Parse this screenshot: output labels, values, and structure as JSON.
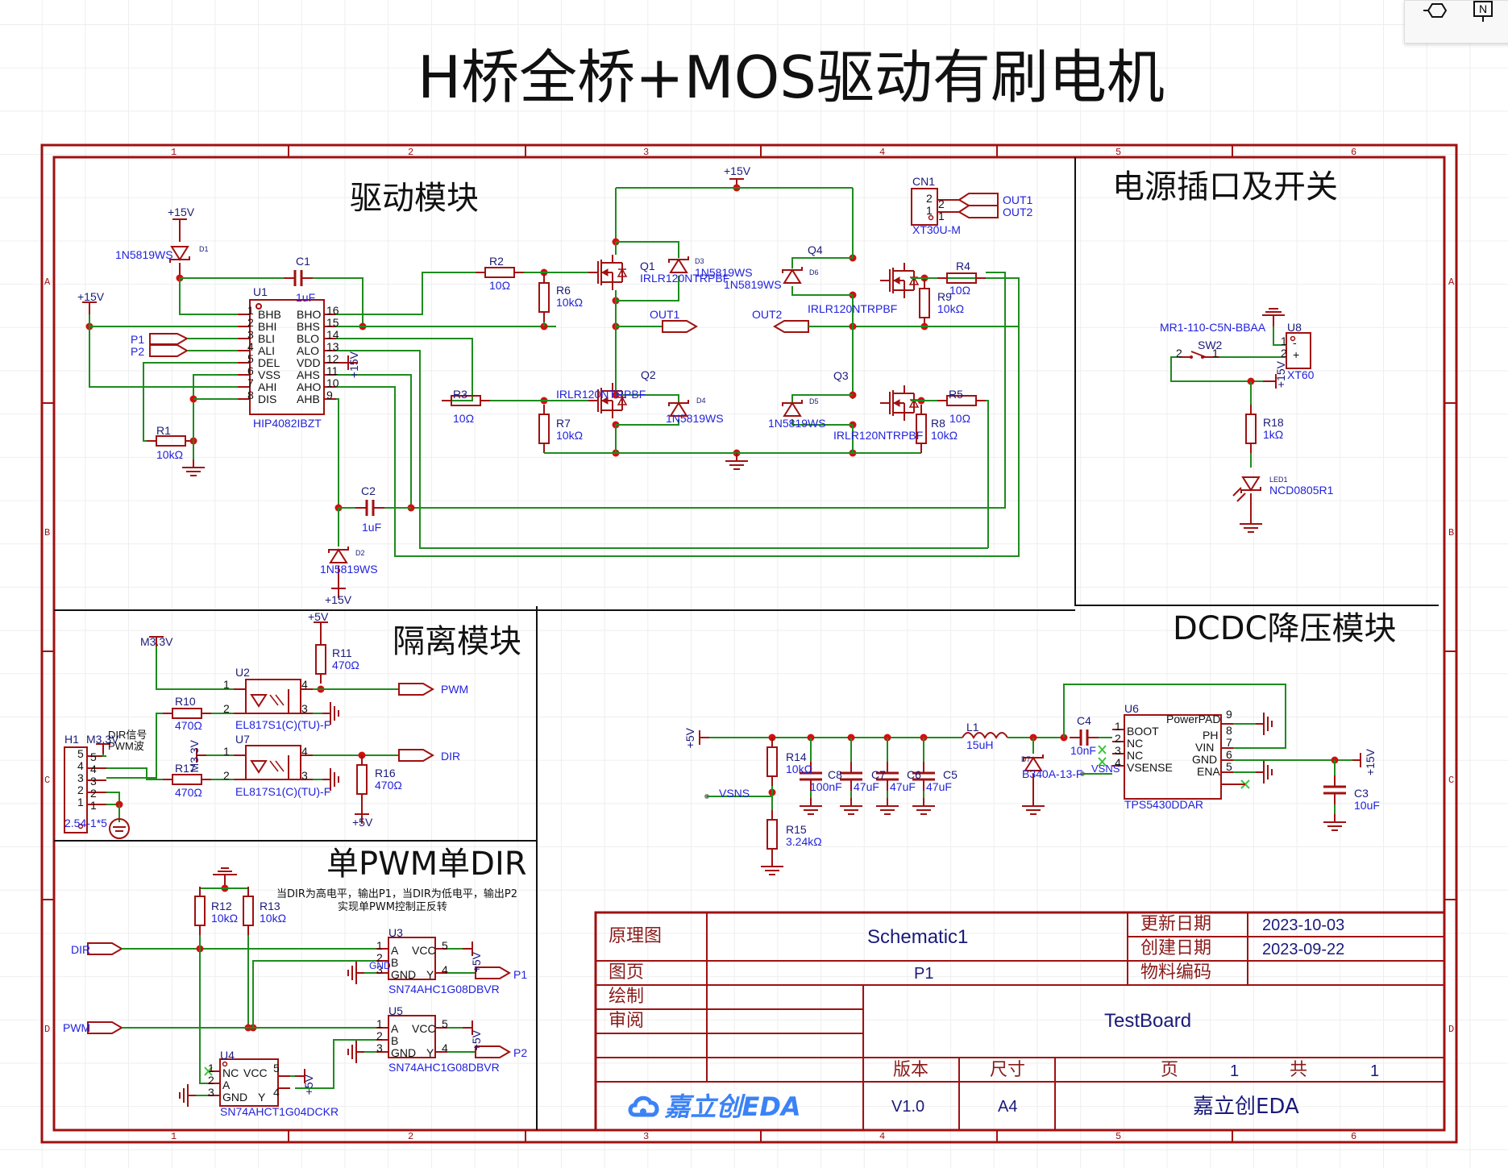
{
  "sheet_title": "H桥全桥+MOS驱动有刷电机",
  "toolbar": {
    "items": [
      {
        "name": "net-port-tool"
      },
      {
        "name": "net-label-tool",
        "label": "N"
      }
    ]
  },
  "frame": {
    "columns": [
      "1",
      "2",
      "3",
      "4",
      "5",
      "6"
    ],
    "rows": [
      "A",
      "B",
      "C",
      "D"
    ]
  },
  "sections": {
    "drive": "驱动模块",
    "power": "电源插口及开关",
    "isolation": "隔离模块",
    "dcdc": "DCDC降压模块",
    "logic": "单PWM单DIR"
  },
  "logic_note": [
    "当DIR为高电平，输出P1，当DIR为低电平，输出P2",
    "实现单PWM控制正反转"
  ],
  "drive": {
    "u1": {
      "designator": "U1",
      "part": "HIP4082IBZT",
      "left_pins": [
        {
          "n": "1",
          "name": "BHB"
        },
        {
          "n": "2",
          "name": "BHI"
        },
        {
          "n": "3",
          "name": "BLI"
        },
        {
          "n": "4",
          "name": "ALI"
        },
        {
          "n": "5",
          "name": "DEL"
        },
        {
          "n": "6",
          "name": "VSS"
        },
        {
          "n": "7",
          "name": "AHI"
        },
        {
          "n": "8",
          "name": "DIS"
        }
      ],
      "right_pins": [
        {
          "n": "16",
          "name": "BHO"
        },
        {
          "n": "15",
          "name": "BHS"
        },
        {
          "n": "14",
          "name": "BLO"
        },
        {
          "n": "13",
          "name": "ALO"
        },
        {
          "n": "12",
          "name": "VDD"
        },
        {
          "n": "11",
          "name": "AHS"
        },
        {
          "n": "10",
          "name": "AHO"
        },
        {
          "n": "9",
          "name": "AHB"
        }
      ]
    },
    "d1": {
      "designator": "D1",
      "part": "1N5819WS"
    },
    "d2": {
      "designator": "D2",
      "part": "1N5819WS"
    },
    "d3": {
      "designator": "D3",
      "part": "1N5819WS"
    },
    "d4": {
      "designator": "D4",
      "part": "1N5819WS"
    },
    "d5": {
      "designator": "D5",
      "part": "1N5819WS"
    },
    "d6": {
      "designator": "D6",
      "part": "1N5819WS"
    },
    "c1": {
      "designator": "C1",
      "value": "1uF"
    },
    "c2": {
      "designator": "C2",
      "value": "1uF"
    },
    "r1": {
      "designator": "R1",
      "value": "10kΩ"
    },
    "r2": {
      "designator": "R2",
      "value": "10Ω"
    },
    "r3": {
      "designator": "R3",
      "value": "10Ω"
    },
    "r4": {
      "designator": "R4",
      "value": "10Ω"
    },
    "r5": {
      "designator": "R5",
      "value": "10Ω"
    },
    "r6": {
      "designator": "R6",
      "value": "10kΩ"
    },
    "r7": {
      "designator": "R7",
      "value": "10kΩ"
    },
    "r8": {
      "designator": "R8",
      "value": "10kΩ"
    },
    "r9": {
      "designator": "R9",
      "value": "10kΩ"
    },
    "q1": {
      "designator": "Q1",
      "part": "IRLR120NTRPBF"
    },
    "q2": {
      "designator": "Q2",
      "part": "IRLR120NTRPBF"
    },
    "q3": {
      "designator": "Q3",
      "part": "IRLR120NTRPBF"
    },
    "q4": {
      "designator": "Q4",
      "part": "IRLR120NTRPBF"
    },
    "cn1": {
      "designator": "CN1",
      "part": "XT30U-M",
      "pins": [
        "2",
        "1"
      ]
    },
    "nets": {
      "vcc15": "+15V",
      "p1": "P1",
      "p2": "P2",
      "out1": "OUT1",
      "out2": "OUT2"
    }
  },
  "power": {
    "u8": {
      "designator": "U8",
      "part": "XT60",
      "pins": [
        "1",
        "2"
      ],
      "pin_names": [
        "-",
        "+"
      ]
    },
    "sw2": {
      "designator": "SW2",
      "part": "MR1-110-C5N-BBAA",
      "pins": [
        "2",
        "1"
      ]
    },
    "r18": {
      "designator": "R18",
      "value": "1kΩ"
    },
    "led1": {
      "designator": "LED1",
      "part": "NCD0805R1"
    },
    "net": "+15V"
  },
  "isolation": {
    "u2": {
      "designator": "U2",
      "part": "EL817S1(C)(TU)-F",
      "pins": [
        "1",
        "2",
        "4",
        "3"
      ]
    },
    "u7": {
      "designator": "U7",
      "part": "EL817S1(C)(TU)-F",
      "pins": [
        "1",
        "2",
        "4",
        "3"
      ]
    },
    "r10": {
      "designator": "R10",
      "value": "470Ω"
    },
    "r11": {
      "designator": "R11",
      "value": "470Ω"
    },
    "r16": {
      "designator": "R16",
      "value": "470Ω"
    },
    "r17": {
      "designator": "R17",
      "value": "470Ω"
    },
    "h1": {
      "designator": "H1",
      "part": "2.54-1*5",
      "pins": [
        "5",
        "4",
        "3",
        "2",
        "1"
      ],
      "labels": [
        "DIR信号",
        "PWM波"
      ]
    },
    "nets": {
      "m33": "M3.3V",
      "v5": "+5V",
      "pwm": "PWM",
      "dir": "DIR"
    }
  },
  "logic": {
    "r12": {
      "designator": "R12",
      "value": "10kΩ"
    },
    "r13": {
      "designator": "R13",
      "value": "10kΩ"
    },
    "u3": {
      "designator": "U3",
      "part": "SN74AHC1G08DBVR",
      "left": [
        {
          "n": "1",
          "name": "A"
        },
        {
          "n": "2",
          "name": "B"
        },
        {
          "n": "3",
          "name": "GND"
        }
      ],
      "right": [
        {
          "n": "5",
          "name": "VCC"
        },
        {
          "n": "4",
          "name": "Y"
        }
      ],
      "gnd_label": "GND"
    },
    "u5": {
      "designator": "U5",
      "part": "SN74AHC1G08DBVR",
      "left": [
        {
          "n": "1",
          "name": "A"
        },
        {
          "n": "2",
          "name": "B"
        },
        {
          "n": "3",
          "name": "GND"
        }
      ],
      "right": [
        {
          "n": "5",
          "name": "VCC"
        },
        {
          "n": "4",
          "name": "Y"
        }
      ]
    },
    "u4": {
      "designator": "U4",
      "part": "SN74AHCT1G04DCKR",
      "left": [
        {
          "n": "1",
          "name": "NC"
        },
        {
          "n": "2",
          "name": "A"
        },
        {
          "n": "3",
          "name": "GND"
        }
      ],
      "right": [
        {
          "n": "5",
          "name": "VCC"
        },
        {
          "n": "4",
          "name": "Y"
        }
      ]
    },
    "nets": {
      "dir": "DIR",
      "pwm": "PWM",
      "p1": "P1",
      "p2": "P2",
      "v5": "+5V"
    }
  },
  "dcdc": {
    "u6": {
      "designator": "U6",
      "part": "TPS5430DDAR",
      "left": [
        {
          "n": "1",
          "name": "BOOT"
        },
        {
          "n": "2",
          "name": "NC"
        },
        {
          "n": "3",
          "name": "NC"
        },
        {
          "n": "4",
          "name": "VSENSE"
        }
      ],
      "right": [
        {
          "n": "9",
          "name": "PowerPAD"
        },
        {
          "n": "8",
          "name": "PH"
        },
        {
          "n": "7",
          "name": "VIN"
        },
        {
          "n": "6",
          "name": "GND"
        },
        {
          "n": "5",
          "name": "ENA"
        }
      ]
    },
    "l1": {
      "designator": "L1",
      "value": "15uH"
    },
    "d7": {
      "designator": "D7",
      "part": "B340A-13-F"
    },
    "c3": {
      "designator": "C3",
      "value": "10uF"
    },
    "c4": {
      "designator": "C4",
      "value": "10nF"
    },
    "c5": {
      "designator": "C5",
      "value": "47uF"
    },
    "c6": {
      "designator": "C6",
      "value": "47uF"
    },
    "c7": {
      "designator": "C7",
      "value": "47uF"
    },
    "c8": {
      "designator": "C8",
      "value": "100nF"
    },
    "r14": {
      "designator": "R14",
      "value": "10kΩ"
    },
    "r15": {
      "designator": "R15",
      "value": "3.24kΩ"
    },
    "nets": {
      "v5": "+5V",
      "v15": "+15V",
      "vsns": "VSNS"
    }
  },
  "title_block": {
    "schematic_label": "原理图",
    "schematic_value": "Schematic1",
    "updated_label": "更新日期",
    "updated_value": "2023-10-03",
    "created_label": "创建日期",
    "created_value": "2023-09-22",
    "page_label": "图页",
    "page_value": "P1",
    "material_label": "物料编码",
    "material_value": "",
    "drawn_label": "绘制",
    "review_label": "审阅",
    "board": "TestBoard",
    "version_label": "版本",
    "version_value": "V1.0",
    "size_label": "尺寸",
    "size_value": "A4",
    "sheet_label": "页",
    "sheet_value": "1",
    "total_label": "共",
    "total_value": "1",
    "logo_text": "嘉立创EDA",
    "company": "嘉立创EDA"
  },
  "colors": {
    "wire": "#1e8c1e",
    "symbol": "#a01010",
    "junction": "#d01010",
    "label": "#2222dd",
    "frame": "#a01010"
  }
}
